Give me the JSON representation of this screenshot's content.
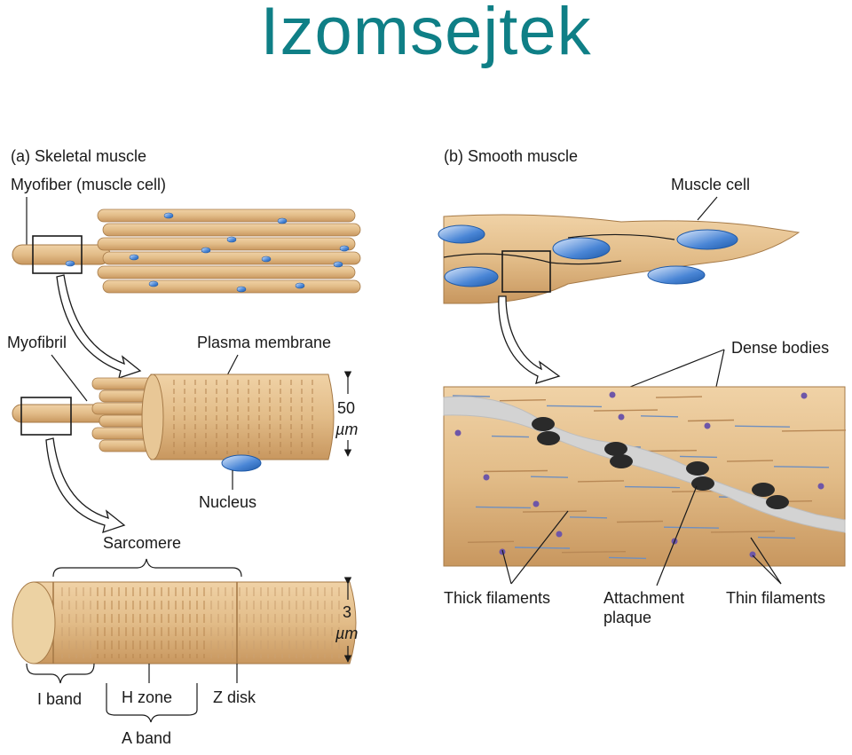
{
  "title": "Izomsejtek",
  "panel_a": {
    "heading": "(a) Skeletal muscle",
    "myofiber": "Myofiber (muscle cell)",
    "myofibril": "Myofibril",
    "plasma_membrane": "Plasma membrane",
    "scale_1_value": "50",
    "scale_1_unit": "µm",
    "nucleus": "Nucleus",
    "sarcomere": "Sarcomere",
    "scale_2_value": "3",
    "scale_2_unit": "µm",
    "i_band": "I band",
    "h_zone": "H zone",
    "z_disk": "Z disk",
    "a_band": "A band"
  },
  "panel_b": {
    "heading": "(b) Smooth muscle",
    "muscle_cell": "Muscle cell",
    "dense_bodies": "Dense bodies",
    "thick_filaments": "Thick filaments",
    "attachment_line1": "Attachment",
    "attachment_line2": "plaque",
    "thin_filaments": "Thin filaments"
  },
  "colors": {
    "title": "#0f7f86",
    "fiber": "#e3bf8d",
    "fiber_dark": "#c49460",
    "nucleus": "#3c78c8",
    "dense_body": "#2a2a2a",
    "plaque": "#cfcfcf"
  }
}
